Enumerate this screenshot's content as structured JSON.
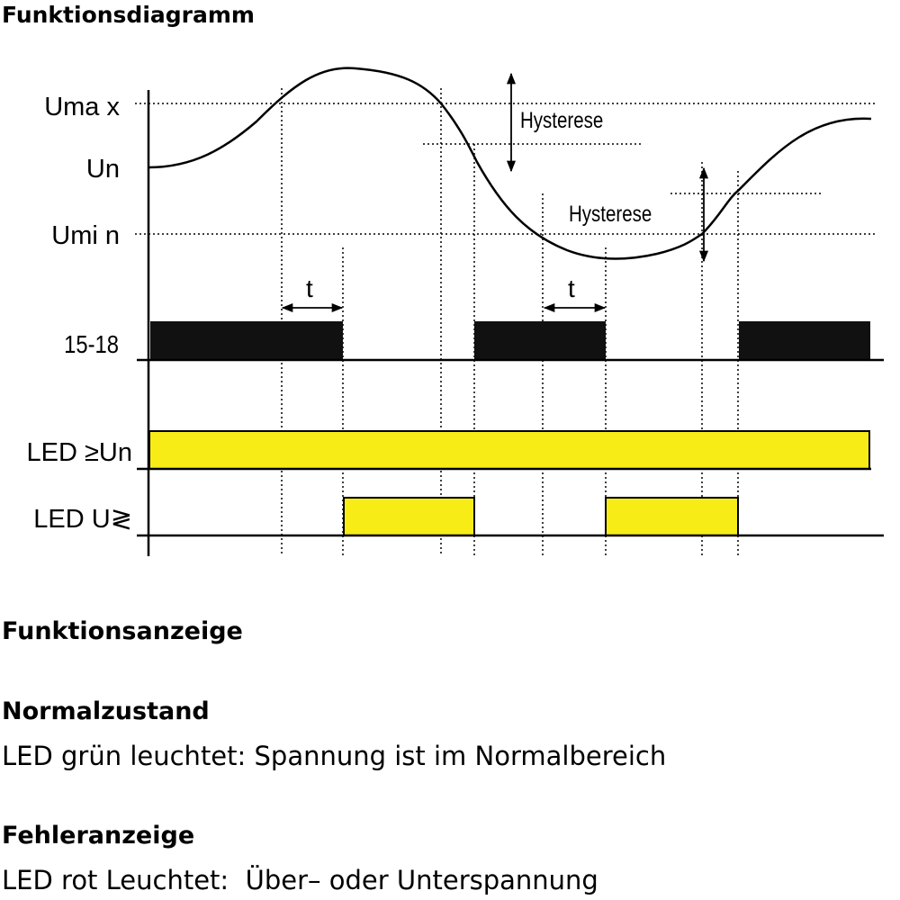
{
  "page": {
    "title": "Funktionsdiagramm",
    "section_title": "Funktionsanzeige",
    "normal": {
      "heading": "Normalzustand",
      "text": "LED grün leuchtet: Spannung ist im Normalbereich"
    },
    "error": {
      "heading": "Fehleranzeige",
      "text": "LED rot Leuchtet:  Über– oder Unterspannung"
    }
  },
  "diagram": {
    "levels": {
      "umax": "Uma x",
      "un": "Un",
      "umin": "Umi n"
    },
    "tracks": {
      "relay": "15-18",
      "led_un": "LED ≥Un",
      "led_u": "LED U≷"
    },
    "annotations": {
      "hysteresis_upper": "Hysterese",
      "hysteresis_lower": "Hysterese",
      "delay_1": "t",
      "delay_2": "t"
    },
    "colors": {
      "relay_on": "#111111",
      "led_on": "#f7ec16",
      "line": "#000000"
    }
  }
}
